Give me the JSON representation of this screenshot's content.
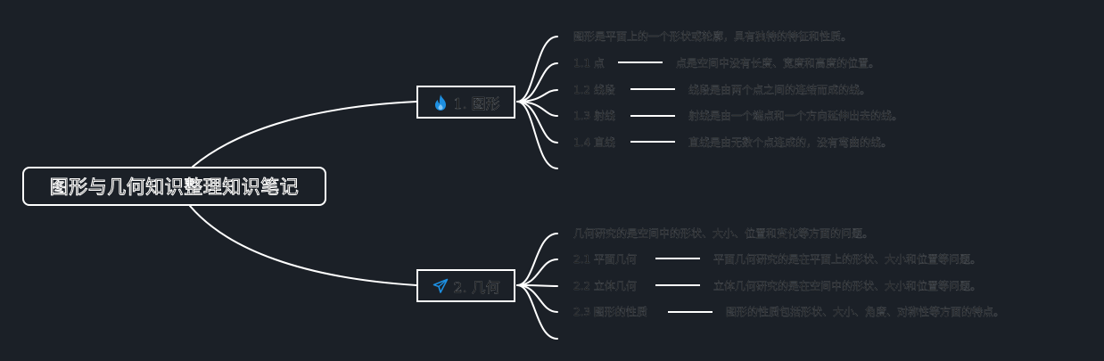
{
  "root": {
    "title": "图形与几何知识整理知识笔记"
  },
  "branches": [
    {
      "title": "1. 图形",
      "icon": "flame-icon",
      "icon_color": "#1d8fe1",
      "intro": "图形是平面上的一个形状或轮廓，具有独特的特征和性质。",
      "items": [
        {
          "term": "1.1 点",
          "desc": "点是空间中没有长度、宽度和高度的位置。"
        },
        {
          "term": "1.2 线段",
          "desc": "线段是由两个点之间的连结而成的线。"
        },
        {
          "term": "1.3 射线",
          "desc": "射线是由一个端点和一个方向延伸出去的线。"
        },
        {
          "term": "1.4 直线",
          "desc": "直线是由无数个点连成的，没有弯曲的线。"
        }
      ]
    },
    {
      "title": "2. 几何",
      "icon": "paper-plane-icon",
      "icon_color": "#1d8fe1",
      "intro": "几何研究的是空间中的形状、大小、位置和变化等方面的问题。",
      "items": [
        {
          "term": "2.1 平面几何",
          "desc": "平面几何研究的是在平面上的形状、大小和位置等问题。"
        },
        {
          "term": "2.2 立体几何",
          "desc": "立体几何研究的是在空间中的形状、大小和位置等问题。"
        },
        {
          "term": "2.3 图形的性质",
          "desc": "图形的性质包括形状、大小、角度、对称性等方面的特点。"
        }
      ]
    }
  ],
  "colors": {
    "background": "#1b2027",
    "line": "#ffffff",
    "icon": "#1d8fe1"
  }
}
